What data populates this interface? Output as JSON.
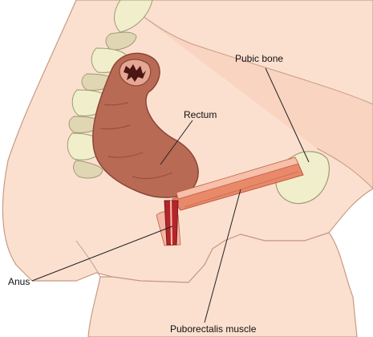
{
  "labels": {
    "pubic_bone": "Pubic bone",
    "rectum": "Rectum",
    "anus": "Anus",
    "puborectalis": "Puborectalis muscle"
  },
  "colors": {
    "background": "#ffffff",
    "skin": "#fbe0cf",
    "skin_outline": "#c79a86",
    "spine": "#f1efcb",
    "spine_disc": "#e0d6b4",
    "bone_outline": "#9e9b74",
    "rectum": "#b86a55",
    "rectum_dark": "#8c4636",
    "lumen": "#4a1712",
    "muscle": "#e8896a",
    "muscle_light": "#f6c0aa",
    "anal_canal": "#b3262a",
    "leader": "#222222"
  }
}
